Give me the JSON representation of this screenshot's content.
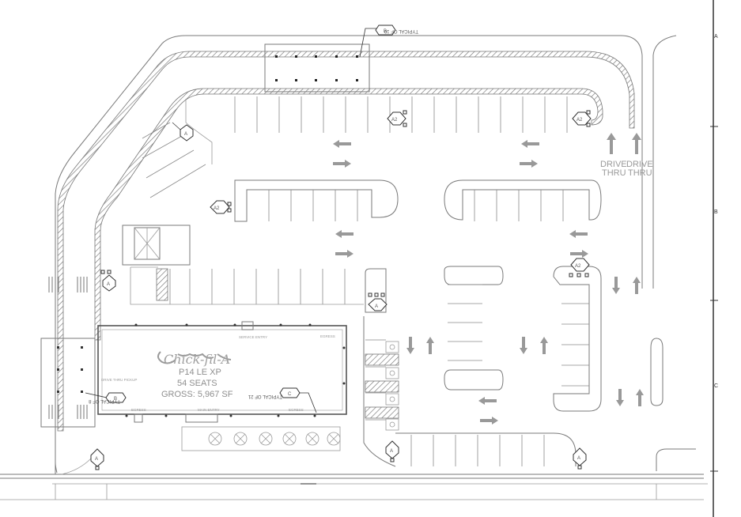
{
  "building": {
    "brand": "Chick-fil-A",
    "prototype": "P14 LE XP",
    "seats": "54 SEATS",
    "gross": "GROSS: 5,967 SF",
    "service_entry": "SERVICE ENTRY",
    "egress_top": "EGRESS",
    "egress_left": "EGRESS",
    "egress_right": "EGRESS",
    "main_entry": "MAIN ENTRY",
    "drive_thru_pickup": "DRIVE THRU PICKUP"
  },
  "drive_thru": {
    "lane1_line1": "DRIVE",
    "lane1_line2": "THRU",
    "lane2_line1": "DRIVE",
    "lane2_line2": "THRU"
  },
  "callouts": {
    "typical_of_10": "TYPICAL OF 10",
    "typical_of_8": "TYPICAL OF 8",
    "typical_of_21": "TYPICAL OF 21",
    "tag_b": "B",
    "tag_c": "C",
    "tag_a": "A",
    "tag_a2": "A2"
  },
  "border": {
    "zone_a_top": "A",
    "zone_b": "B",
    "zone_c": "C"
  }
}
